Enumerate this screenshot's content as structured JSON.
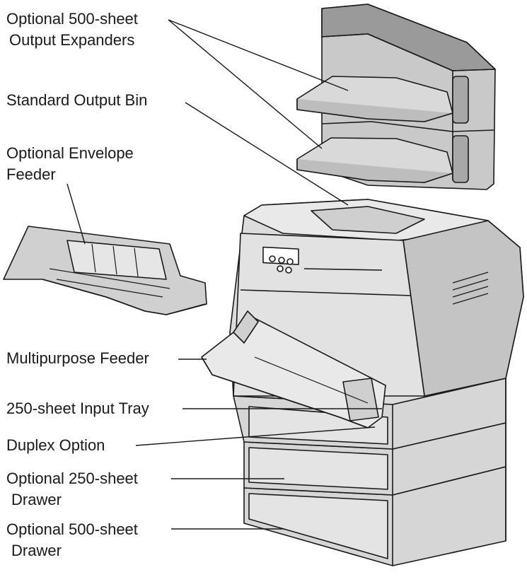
{
  "labels": {
    "output_expanders_line1": "Optional 500-sheet",
    "output_expanders_line2": "Output Expanders",
    "standard_output_bin": "Standard Output Bin",
    "envelope_feeder_line1": "Optional Envelope",
    "envelope_feeder_line2": "Feeder",
    "multipurpose_feeder": "Multipurpose Feeder",
    "input_tray": "250-sheet Input Tray",
    "duplex_option": "Duplex Option",
    "drawer_250_line1": "Optional 250-sheet",
    "drawer_250_line2": "Drawer",
    "drawer_500_line1": "Optional 500-sheet",
    "drawer_500_line2": "Drawer"
  },
  "colors": {
    "body_gray": "#d6d6d6",
    "light_gray": "#e8e8e8",
    "dark_gray": "#8a8a8a",
    "line": "#1a1a1a"
  }
}
